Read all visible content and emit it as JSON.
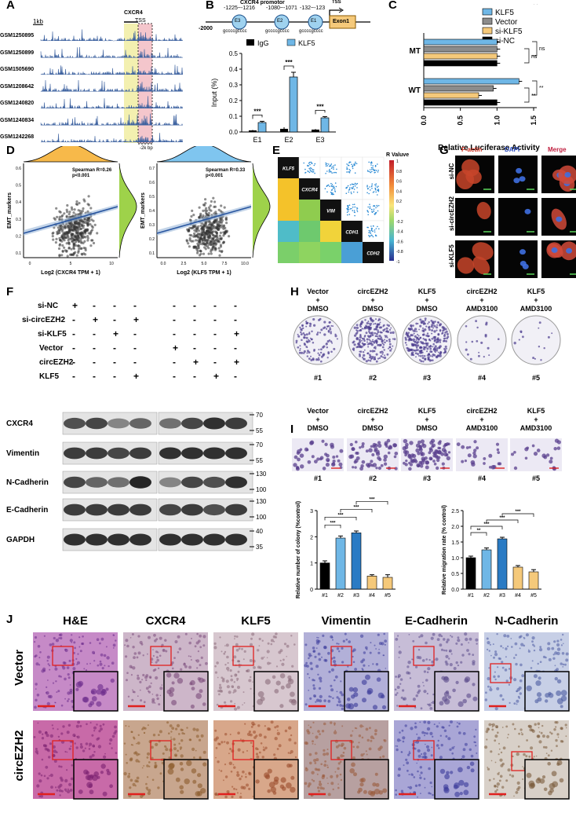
{
  "panels": {
    "A": {
      "letter": "A",
      "scale_label": "1kb",
      "gene_label": "CXCR4",
      "tss_label": "TSS",
      "tracks": [
        "GSM1250895",
        "GSM1250899",
        "GSM1505690",
        "GSM1208642",
        "GSM1240820",
        "GSM1240834",
        "GSM1242268"
      ],
      "region_label": "-2k bp"
    },
    "B": {
      "letter": "B",
      "promoter_label": "CXCR4 promotor",
      "start_label": "-2000",
      "tss_label": "TSS",
      "exon_label": "Exon1",
      "sites": [
        {
          "name": "E3",
          "range": "-1225~-1216",
          "seq": "gccccgcccc"
        },
        {
          "name": "E2",
          "range": "-1080~-1071",
          "seq": "gccccgcccc"
        },
        {
          "name": "E1",
          "range": "-132~-123",
          "seq": "gccccgcccc"
        }
      ]
    },
    "C": {
      "letter": "C"
    },
    "D": {
      "letter": "D",
      "plots": [
        {
          "ylabel": "EMT_markers",
          "xlabel": "Log2 (CXCR4 TPM + 1)",
          "stat_r": "Spearman R=0.26",
          "stat_p": "p<0.001",
          "xticks": [
            "0",
            "5",
            "10"
          ],
          "yticks": [
            "0.6",
            "0.5",
            "0.4",
            "0.3",
            "0.2",
            "0.1"
          ]
        },
        {
          "ylabel": "EMT_markers",
          "xlabel": "Log2 (KLF5 TPM + 1)",
          "stat_r": "Spearman R=0.33",
          "stat_p": "p<0.001",
          "xticks": [
            "0.0",
            "2.5",
            "5.0",
            "7.5",
            "10.0"
          ],
          "yticks": [
            "0.7",
            "0.6",
            "0.5",
            "0.4",
            "0.3",
            "0.2",
            "0.1"
          ]
        }
      ]
    },
    "E": {
      "letter": "E",
      "genes": [
        "KLF5",
        "CXCR4",
        "VIM",
        "CDH1",
        "CDH2"
      ],
      "legend_title": "R Valuve",
      "legend_ticks": [
        "1",
        "0.8",
        "0.6",
        "0.4",
        "0.2",
        "0",
        "-0.2",
        "-0.4",
        "-0.6",
        "-0.8",
        "-1"
      ]
    },
    "F": {
      "letter": "F",
      "conditions": [
        "si-NC",
        "si-circEZH2",
        "si-KLF5",
        "Vector",
        "circEZH2",
        "KLF5"
      ],
      "signs_left": [
        [
          "+",
          "-",
          "-",
          "-"
        ],
        [
          "-",
          "+",
          "-",
          "+"
        ],
        [
          "-",
          "-",
          "+",
          "-"
        ],
        [
          "-",
          "-",
          "-",
          "-"
        ],
        [
          "-",
          "-",
          "-",
          "-"
        ],
        [
          "-",
          "-",
          "-",
          "+"
        ]
      ],
      "signs_right": [
        [
          "-",
          "-",
          "-",
          "-"
        ],
        [
          "-",
          "-",
          "-",
          "-"
        ],
        [
          "-",
          "-",
          "-",
          "+"
        ],
        [
          "+",
          "-",
          "-",
          "-"
        ],
        [
          "-",
          "+",
          "-",
          "+"
        ],
        [
          "-",
          "-",
          "+",
          "-"
        ]
      ],
      "blots": [
        {
          "name": "CXCR4",
          "marks": [
            "70",
            "55"
          ]
        },
        {
          "name": "Vimentin",
          "marks": [
            "70",
            "55"
          ]
        },
        {
          "name": "N-Cadherin",
          "marks": [
            "130",
            "100"
          ]
        },
        {
          "name": "E-Cadherin",
          "marks": [
            "130",
            "100"
          ]
        },
        {
          "name": "GAPDH",
          "marks": [
            "40",
            "35"
          ]
        }
      ]
    },
    "G": {
      "letter": "G",
      "col_headers": [
        "F-actin",
        "DAPI",
        "Merge"
      ],
      "row_labels": [
        "si-NC",
        "si-circEZH2",
        "si-KLF5"
      ],
      "header_colors": [
        "#d03020",
        "#3050c0",
        "#c02040"
      ]
    },
    "H": {
      "letter": "H",
      "groups": [
        {
          "l1": "Vector",
          "l2": "+",
          "l3": "DMSO",
          "num": "#1"
        },
        {
          "l1": "circEZH2",
          "l2": "+",
          "l3": "DMSO",
          "num": "#2"
        },
        {
          "l1": "KLF5",
          "l2": "+",
          "l3": "DMSO",
          "num": "#3"
        },
        {
          "l1": "circEZH2",
          "l2": "+",
          "l3": "AMD3100",
          "num": "#4"
        },
        {
          "l1": "KLF5",
          "l2": "+",
          "l3": "AMD3100",
          "num": "#5"
        }
      ]
    },
    "I": {
      "letter": "I"
    },
    "J": {
      "letter": "J",
      "col_headers": [
        "H&E",
        "CXCR4",
        "KLF5",
        "Vimentin",
        "E-Cadherin",
        "N-Cadherin"
      ],
      "row_labels": [
        "Vector",
        "circEZH2"
      ]
    }
  },
  "colors": {
    "black": "#000000",
    "light_blue": "#6fb7e6",
    "gray": "#8c8c8c",
    "yellow": "#f5c97a",
    "dark_blue": "#2a7bc4",
    "track_blue": "#3a5f9e",
    "tss_yellow": "#f3f0b0",
    "tss_pink": "#f4c6cc"
  },
  "chart_data": [
    {
      "id": "B-chip",
      "type": "bar",
      "categories": [
        "E1",
        "E2",
        "E3"
      ],
      "series": [
        {
          "name": "IgG",
          "values": [
            0.01,
            0.02,
            0.015
          ]
        },
        {
          "name": "KLF5",
          "values": [
            0.06,
            0.35,
            0.09
          ]
        }
      ],
      "errors": {
        "IgG": [
          0.003,
          0.01,
          0.004
        ],
        "KLF5": [
          0.008,
          0.03,
          0.008
        ]
      },
      "title": "",
      "xlabel": "",
      "ylabel": "Input (%)",
      "ylim": [
        0,
        0.5
      ],
      "yticks": [
        "0.0",
        "0.1",
        "0.2",
        "0.3",
        "0.4",
        "0.5"
      ],
      "significance": [
        "***",
        "***",
        "***"
      ]
    },
    {
      "id": "C-luciferase",
      "type": "bar",
      "orientation": "horizontal",
      "categories": [
        "MT",
        "WT"
      ],
      "series": [
        {
          "name": "KLF5",
          "values": [
            1.0,
            1.3
          ]
        },
        {
          "name": "Vector",
          "values": [
            1.0,
            0.95
          ]
        },
        {
          "name": "si-KLF5",
          "values": [
            1.0,
            0.75
          ]
        },
        {
          "name": "si-NC",
          "values": [
            1.0,
            1.0
          ]
        }
      ],
      "xlabel": "Relative Luciferase Activity",
      "xlim": [
        0,
        1.5
      ],
      "xticks": [
        "0.0",
        "0.5",
        "1.0",
        "1.5"
      ],
      "significance": [
        "ns",
        "ns",
        "**",
        "**"
      ]
    },
    {
      "id": "I-colony",
      "type": "bar",
      "categories": [
        "#1",
        "#2",
        "#3",
        "#4",
        "#5"
      ],
      "values": [
        1.0,
        1.95,
        2.15,
        0.5,
        0.45
      ],
      "errors": [
        0.08,
        0.08,
        0.07,
        0.05,
        0.1
      ],
      "ylabel": "Relative number of colony (%control)",
      "ylim": [
        0,
        3
      ],
      "yticks": [
        "0",
        "1",
        "2",
        "3"
      ],
      "significance": [
        "***",
        "***",
        "***",
        "***"
      ]
    },
    {
      "id": "I-migration",
      "type": "bar",
      "categories": [
        "#1",
        "#2",
        "#3",
        "#4",
        "#5"
      ],
      "values": [
        1.0,
        1.25,
        1.6,
        0.7,
        0.55
      ],
      "errors": [
        0.05,
        0.06,
        0.05,
        0.05,
        0.07
      ],
      "ylabel": "Relative migration rate (% control)",
      "ylim": [
        0,
        2.5
      ],
      "yticks": [
        "0.0",
        "0.5",
        "1.0",
        "1.5",
        "2.0",
        "2.5"
      ],
      "significance": [
        "**",
        "***",
        "***",
        "***"
      ]
    }
  ]
}
